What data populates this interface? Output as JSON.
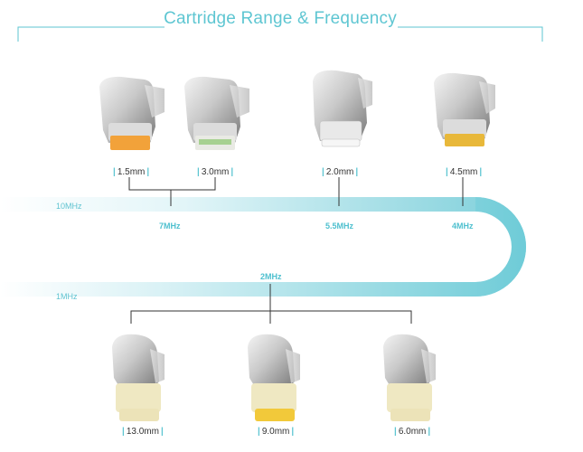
{
  "title": "Cartridge Range & Frequency",
  "colors": {
    "accent": "#5ec6d2",
    "band_light": "#eaf8fa",
    "band_dark": "#6ccbd7"
  },
  "bands": {
    "high": "10MHz",
    "low": "1MHz"
  },
  "frequencies": {
    "f7": "7MHz",
    "f55": "5.5MHz",
    "f4": "4MHz",
    "f2": "2MHz"
  },
  "cartridges_top": [
    {
      "depth": "1.5mm",
      "tip_color": "#f2a23a"
    },
    {
      "depth": "3.0mm",
      "tip_color": "#7bbf5a"
    },
    {
      "depth": "2.0mm",
      "tip_color": "#ffffff"
    },
    {
      "depth": "4.5mm",
      "tip_color": "#e8b83a"
    }
  ],
  "cartridges_bottom": [
    {
      "depth": "13.0mm",
      "tip_color": "#f1e6b4"
    },
    {
      "depth": "9.0mm",
      "tip_color": "#f2c93a"
    },
    {
      "depth": "6.0mm",
      "tip_color": "#f1e6b4"
    }
  ]
}
